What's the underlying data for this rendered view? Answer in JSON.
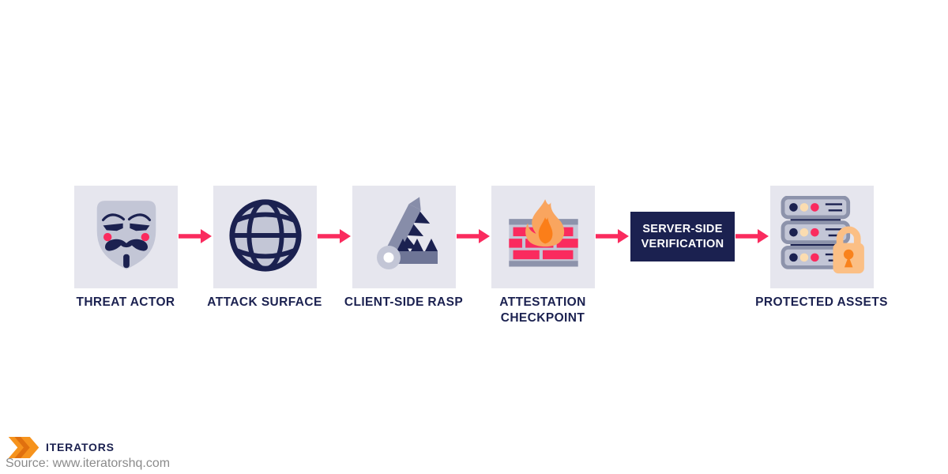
{
  "flow": {
    "steps": [
      {
        "label": "THREAT ACTOR",
        "icon": "anonymous-mask-icon"
      },
      {
        "label": "ATTACK SURFACE",
        "icon": "globe-icon"
      },
      {
        "label": "CLIENT-SIDE RASP",
        "icon": "bear-trap-icon"
      },
      {
        "label": "ATTESTATION\nCHECKPOINT",
        "icon": "firewall-flame-icon"
      },
      {
        "label": "SERVER-SIDE\nVERIFICATION",
        "icon": "none"
      },
      {
        "label": "PROTECTED ASSETS",
        "icon": "server-rack-lock-icon"
      }
    ],
    "arrow_count": 5
  },
  "colors": {
    "navy": "#1b2150",
    "pink": "#fa2b5e",
    "node_background": "#e6e6ee",
    "icon_gray": "#c3c6d6",
    "icon_gray_medium": "#8d93ab",
    "icon_gray_dark": "#6e7596",
    "flame_light_orange": "#f9a55f",
    "flame_orange": "#fb7e19",
    "lock_peach": "#fbbf85",
    "lock_keyhole_orange": "#f9821c",
    "logo_orange": "#f6931d",
    "logo_dark_orange": "#e0700e"
  },
  "footer": {
    "brand": "ITERATORS",
    "source": "Source: www.iteratorshq.com"
  }
}
